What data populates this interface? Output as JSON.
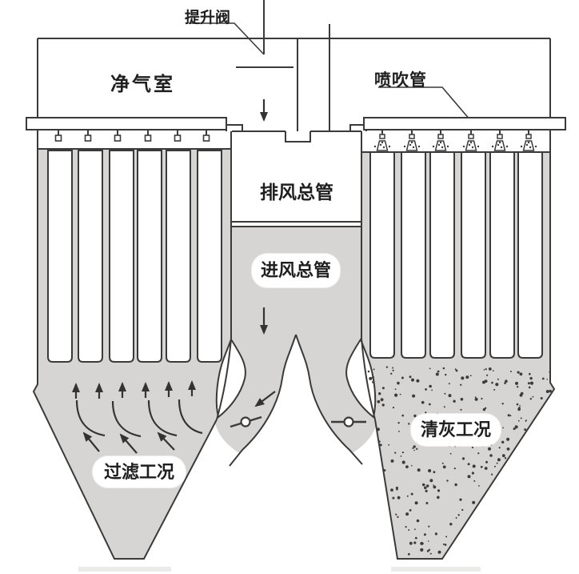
{
  "diagram": {
    "title_hint": "baghouse pulse-jet dust collector schematic",
    "labels": {
      "lift_valve": "提升阀",
      "clean_air_chamber": "净气室",
      "blowing_pipe": "喷吹管",
      "exhaust_main": "排风总管",
      "inlet_main": "进风总管",
      "filtering_condition": "过滤工况",
      "cleaning_condition": "清灰工况"
    },
    "colors": {
      "chamber_gray": "#d6d5d3",
      "line": "#3a3a3a",
      "label_text": "#1f1f1f",
      "label_pill_bg": "#ffffff",
      "dust_dot": "#3c3c3c",
      "hopper_shadow": "#ebebe9"
    },
    "counts": {
      "filter_bags_per_side": 6,
      "spray_nozzles": 6,
      "dampers": 2
    }
  }
}
